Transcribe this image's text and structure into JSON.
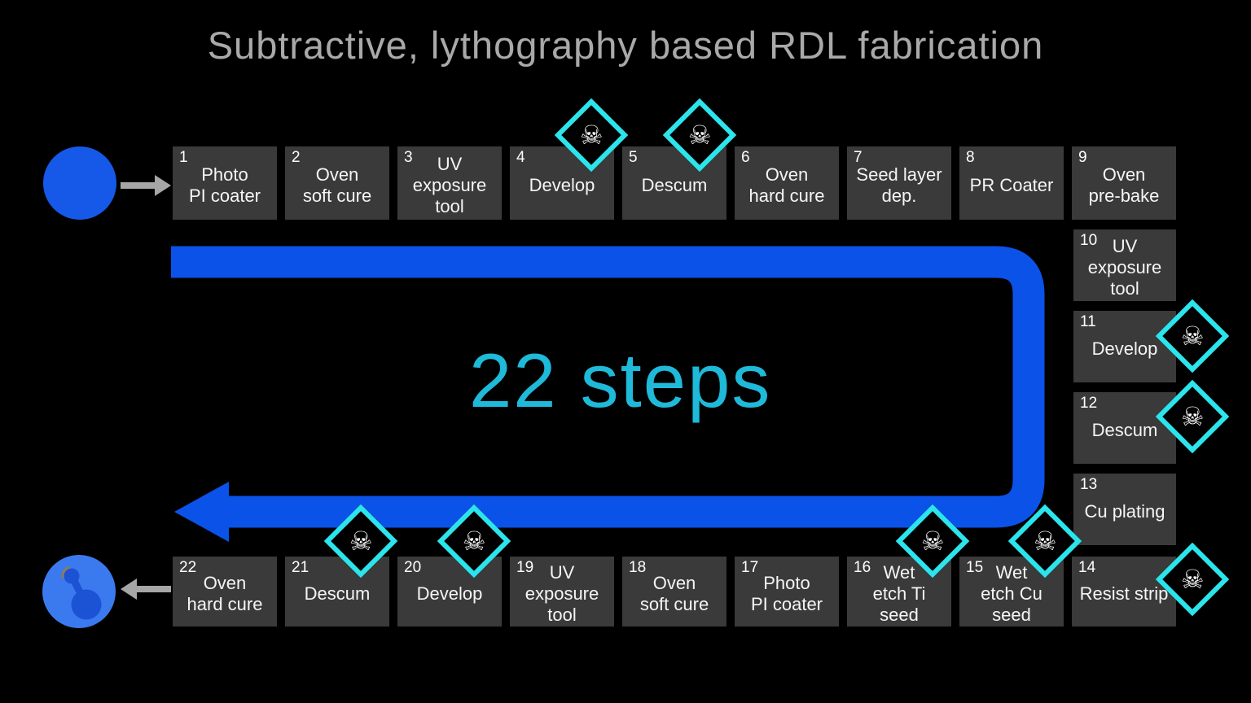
{
  "title": "Subtractive, lythography based RDL fabrication",
  "center_label": "22 steps",
  "icons": {
    "hazard_glyph": "☠",
    "hazard_name": "skull-crossbones-toxic-pictogram",
    "start_marker": "blank-wafer-circle",
    "end_marker": "wafer-with-rdl-circle"
  },
  "colors": {
    "background": "#000000",
    "box_fill": "#3a3a3a",
    "box_text": "#f5f5f5",
    "title_text": "#a9a9a9",
    "flow_arrow_blue": "#0b52e8",
    "hazard_cyan": "#2ce5ec",
    "center_label_cyan": "#1fb9d9",
    "start_marker_blue": "#1659e8",
    "end_marker_blue": "#3b7aee",
    "end_marker_inner_blue": "#1c52d4",
    "gray_arrow": "#a6a6a6"
  },
  "steps": [
    {
      "num": "1",
      "label": "Photo\nPI coater",
      "hazard": false
    },
    {
      "num": "2",
      "label": "Oven\nsoft cure",
      "hazard": false
    },
    {
      "num": "3",
      "label": "UV\nexposure\ntool",
      "hazard": false
    },
    {
      "num": "4",
      "label": "Develop",
      "hazard": true
    },
    {
      "num": "5",
      "label": "Descum",
      "hazard": true
    },
    {
      "num": "6",
      "label": "Oven\nhard cure",
      "hazard": false
    },
    {
      "num": "7",
      "label": "Seed layer\ndep.",
      "hazard": false
    },
    {
      "num": "8",
      "label": "PR Coater",
      "hazard": false
    },
    {
      "num": "9",
      "label": "Oven\npre-bake",
      "hazard": false
    },
    {
      "num": "10",
      "label": "UV\nexposure\ntool",
      "hazard": false
    },
    {
      "num": "11",
      "label": "Develop",
      "hazard": true
    },
    {
      "num": "12",
      "label": "Descum",
      "hazard": true
    },
    {
      "num": "13",
      "label": "Cu plating",
      "hazard": false
    },
    {
      "num": "14",
      "label": "Resist strip",
      "hazard": true
    },
    {
      "num": "15",
      "label": "Wet\netch Cu\nseed",
      "hazard": true
    },
    {
      "num": "16",
      "label": "Wet\netch Ti\nseed",
      "hazard": true
    },
    {
      "num": "17",
      "label": "Photo\nPI coater",
      "hazard": false
    },
    {
      "num": "18",
      "label": "Oven\nsoft cure",
      "hazard": false
    },
    {
      "num": "19",
      "label": "UV\nexposure\ntool",
      "hazard": false
    },
    {
      "num": "20",
      "label": "Develop",
      "hazard": true
    },
    {
      "num": "21",
      "label": "Descum",
      "hazard": true
    },
    {
      "num": "22",
      "label": "Oven\nhard cure",
      "hazard": false
    }
  ]
}
